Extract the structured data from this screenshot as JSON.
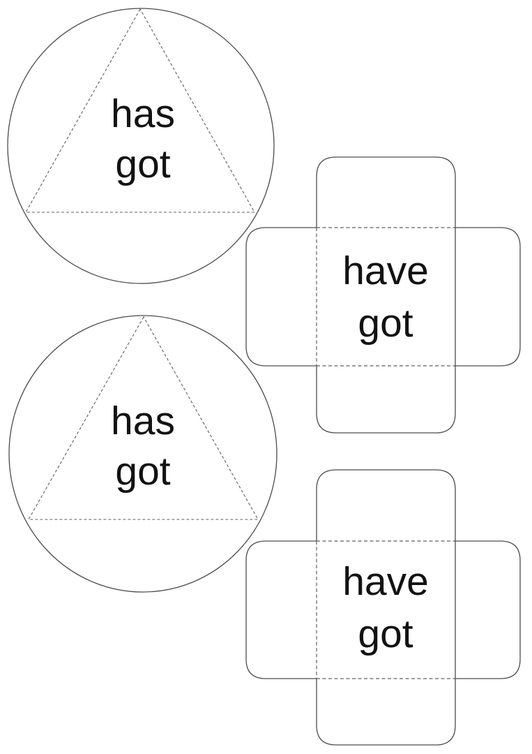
{
  "colors": {
    "background": "#ffffff",
    "outline": "#4c4c4c",
    "fold_line": "#5f5f5f",
    "text": "#121212"
  },
  "templates": {
    "circle1": {
      "line1": "has",
      "line2": "got"
    },
    "box1": {
      "line1": "have",
      "line2": "got"
    },
    "circle2": {
      "line1": "has",
      "line2": "got"
    },
    "box2": {
      "line1": "have",
      "line2": "got"
    }
  }
}
